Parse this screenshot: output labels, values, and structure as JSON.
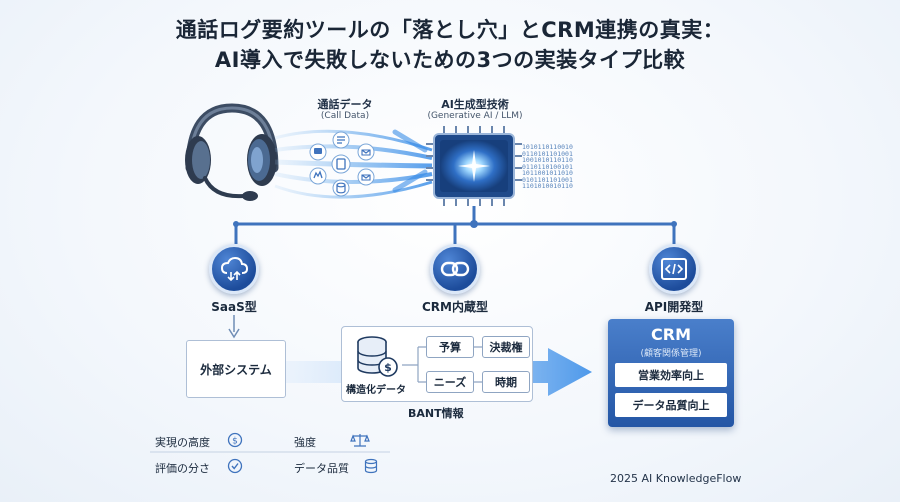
{
  "title": {
    "line1": "通話ログ要約ツールの「落とし穴」とCRM連携の真実：",
    "line2": "AI導入で失敗しないための3つの実装タイプ比較"
  },
  "source": {
    "label": "通話データ",
    "sub": "(Call Data)"
  },
  "ai": {
    "label": "AI生成型技術",
    "sub": "(Generative AI / LLM)"
  },
  "binary": "1010110110010\n0110101101001\n1001010110110\n0110110100101\n1011001011010\n0101101101001\n1101010010110",
  "types": [
    {
      "label": "SaaS型",
      "icon": "cloud-sync-icon"
    },
    {
      "label": "CRM内蔵型",
      "icon": "link-icon"
    },
    {
      "label": "API開発型",
      "icon": "code-icon"
    }
  ],
  "external_system": "外部システム",
  "bant": {
    "chips": [
      "予算",
      "決裁権",
      "ニーズ",
      "時期"
    ],
    "structured_label": "構造化データ",
    "label": "BANT情報"
  },
  "crm": {
    "title": "CRM",
    "sub": "(顧客関係管理)",
    "items": [
      "営業効率向上",
      "データ品質向上"
    ]
  },
  "legend": [
    {
      "label": "実現の高度",
      "icon": "dollar-icon"
    },
    {
      "label": "強度",
      "icon": "scale-icon"
    },
    {
      "label": "評価の分さ",
      "icon": "check-icon"
    },
    {
      "label": "データ品質",
      "icon": "database-icon"
    }
  ],
  "footer": "2025 AI KnowledgeFlow",
  "colors": {
    "primary": "#2456a5",
    "accent": "#3b8ee8",
    "line": "#3f73bd"
  }
}
